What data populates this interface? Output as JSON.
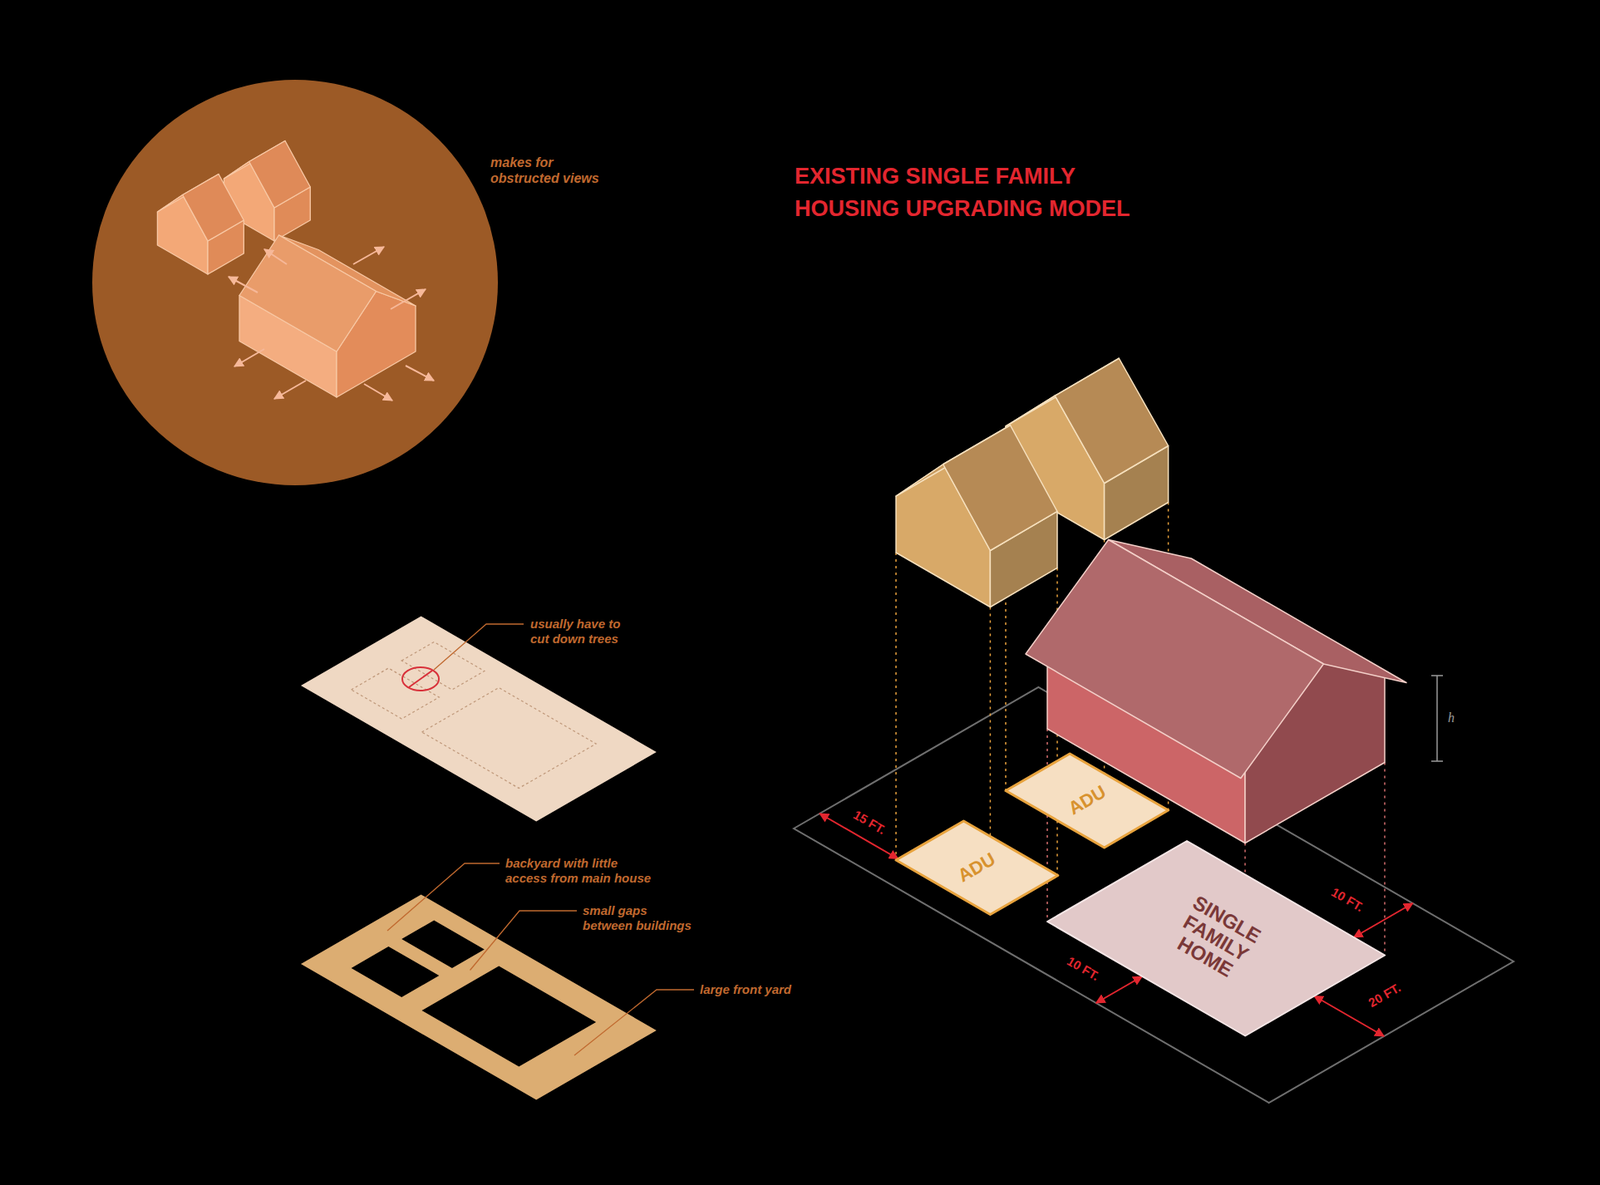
{
  "diagram": {
    "title": "EXISTING SINGLE FAMILY HOUSING UPGRADING MODEL",
    "nodes": [
      {
        "text": [
          "ADU"
        ]
      },
      {
        "text": [
          "ADU"
        ]
      },
      {
        "text": [
          "SINGLE FAMILY HOME"
        ]
      }
    ],
    "labels": [
      "makes for obstructed views",
      "usually have to cut down trees",
      "backyard with little access from main house",
      "small gaps between buildings",
      "large front yard",
      "h",
      "15 FT.",
      "10 FT.",
      "10 FT.",
      "20 FT."
    ]
  }
}
